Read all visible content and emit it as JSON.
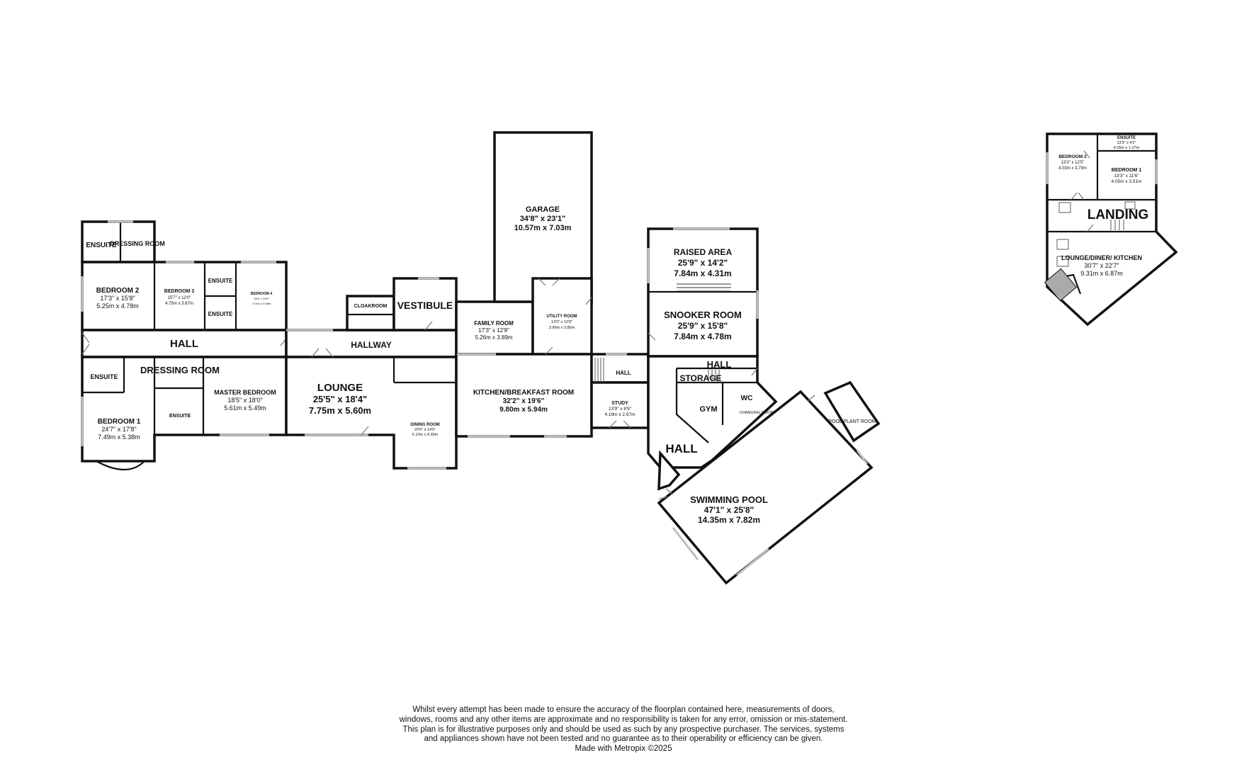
{
  "rooms": {
    "ensuite_tl": {
      "label": "ENSUITE"
    },
    "dressing_tl": {
      "label": "DRESSING ROOM"
    },
    "bedroom2": {
      "label": "BEDROOM 2",
      "imperial": "17'3\"  x 15'8\"",
      "metric": "5.25m  x 4.78m"
    },
    "bedroom3": {
      "label": "BEDROOM 3",
      "imperial": "15'7\"  x 12'0\"",
      "metric": "4.75m  x 3.67m"
    },
    "ensuite_b3a": {
      "label": "ENSUITE"
    },
    "ensuite_b3b": {
      "label": "ENSUITE"
    },
    "bedroom4": {
      "label": "BEDROOM 4",
      "imperial": "15'6\" x 13'0\"",
      "metric": "4.74m x 3.98m"
    },
    "hall_left": {
      "label": "HALL"
    },
    "cloakroom": {
      "label": "CLOAKROOM"
    },
    "vestibule": {
      "label": "VESTIBULE"
    },
    "hallway": {
      "label": "HALLWAY"
    },
    "ensuite_b1": {
      "label": "ENSUITE"
    },
    "bedroom1": {
      "label": "BEDROOM 1",
      "imperial": "24'7\"  x 17'8\"",
      "metric": "7.49m  x 5.38m"
    },
    "dressing_room": {
      "label": "DRESSING ROOM"
    },
    "ensuite_dr": {
      "label": "ENSUITE"
    },
    "master": {
      "label": "MASTER BEDROOM",
      "imperial": "18'5\"  x 18'0\"",
      "metric": "5.61m  x 5.49m"
    },
    "lounge": {
      "label": "LOUNGE",
      "imperial": "25'5\"  x 18'4\"",
      "metric": "7.75m  x 5.60m"
    },
    "dining": {
      "label": "DINING ROOM",
      "imperial": "20'0\"  x 14'5\"",
      "metric": "6.10m  x 4.39m"
    },
    "garage": {
      "label": "GARAGE",
      "imperial": "34'8\"  x 23'1\"",
      "metric": "10.57m  x 7.03m"
    },
    "family": {
      "label": "FAMILY ROOM",
      "imperial": "17'3\"  x 12'9\"",
      "metric": "5.26m  x 3.89m"
    },
    "utility": {
      "label": "UTILITY ROOM",
      "imperial": "13'0\"  x 12'8\"",
      "metric": "3.96m  x 3.86m"
    },
    "kitchen": {
      "label": "KITCHEN/BREAKFAST ROOM",
      "imperial": "32'2\"  x 19'6\"",
      "metric": "9.80m  x 5.94m"
    },
    "hall_mid": {
      "label": "HALL"
    },
    "study": {
      "label": "STUDY",
      "imperial": "13'9\"  x 8'9\"",
      "metric": "4.19m  x 2.67m"
    },
    "raised": {
      "label": "RAISED AREA",
      "imperial": "25'9\"  x 14'2\"",
      "metric": "7.84m  x 4.31m"
    },
    "snooker": {
      "label": "SNOOKER ROOM",
      "imperial": "25'9\"  x 15'8\"",
      "metric": "7.84m  x 4.78m"
    },
    "hall_right": {
      "label": "HALL"
    },
    "storage": {
      "label": "STORAGE"
    },
    "gym": {
      "label": "GYM"
    },
    "wc": {
      "label": "WC"
    },
    "changing": {
      "label": "CHANGING ROOM"
    },
    "hall_big": {
      "label": "HALL"
    },
    "pool_plant": {
      "label": "POOL PLANT ROOM"
    },
    "pool": {
      "label": "SWIMMING POOL",
      "imperial": "47'1\"  x 25'8\"",
      "metric": "14.35m  x 7.82m"
    }
  },
  "upper": {
    "ensuite": {
      "label": "ENSUITE",
      "imperial": "13'3\"  x 4'2\"",
      "metric": "4.05m  x 1.27m"
    },
    "bedroom2": {
      "label": "BEDROOM 2",
      "imperial": "13'3\"  x 12'5\"",
      "metric": "4.03m  x 3.79m"
    },
    "bedroom1": {
      "label": "BEDROOM 1",
      "imperial": "13'3\"  x 11'6\"",
      "metric": "4.05m  x 3.51m"
    },
    "landing": {
      "label": "LANDING"
    },
    "lounge": {
      "label": "LOUNGE/DINER/ KITCHEN",
      "imperial": "30'7\"  x 22'7\"",
      "metric": "9.31m  x 6.87m"
    }
  },
  "disclaimer": "Whilst every attempt has been made to ensure the accuracy of the floorplan contained here, measurements of doors, windows, rooms and any other items are approximate and no responsibility is taken for any error, omission or mis-statement. This plan is for illustrative purposes only and should be used as such by any prospective purchaser. The services, systems and appliances shown have not been tested and no guarantee as to their operability or efficiency can be given.",
  "credit": "Made with Metropix ©2025"
}
